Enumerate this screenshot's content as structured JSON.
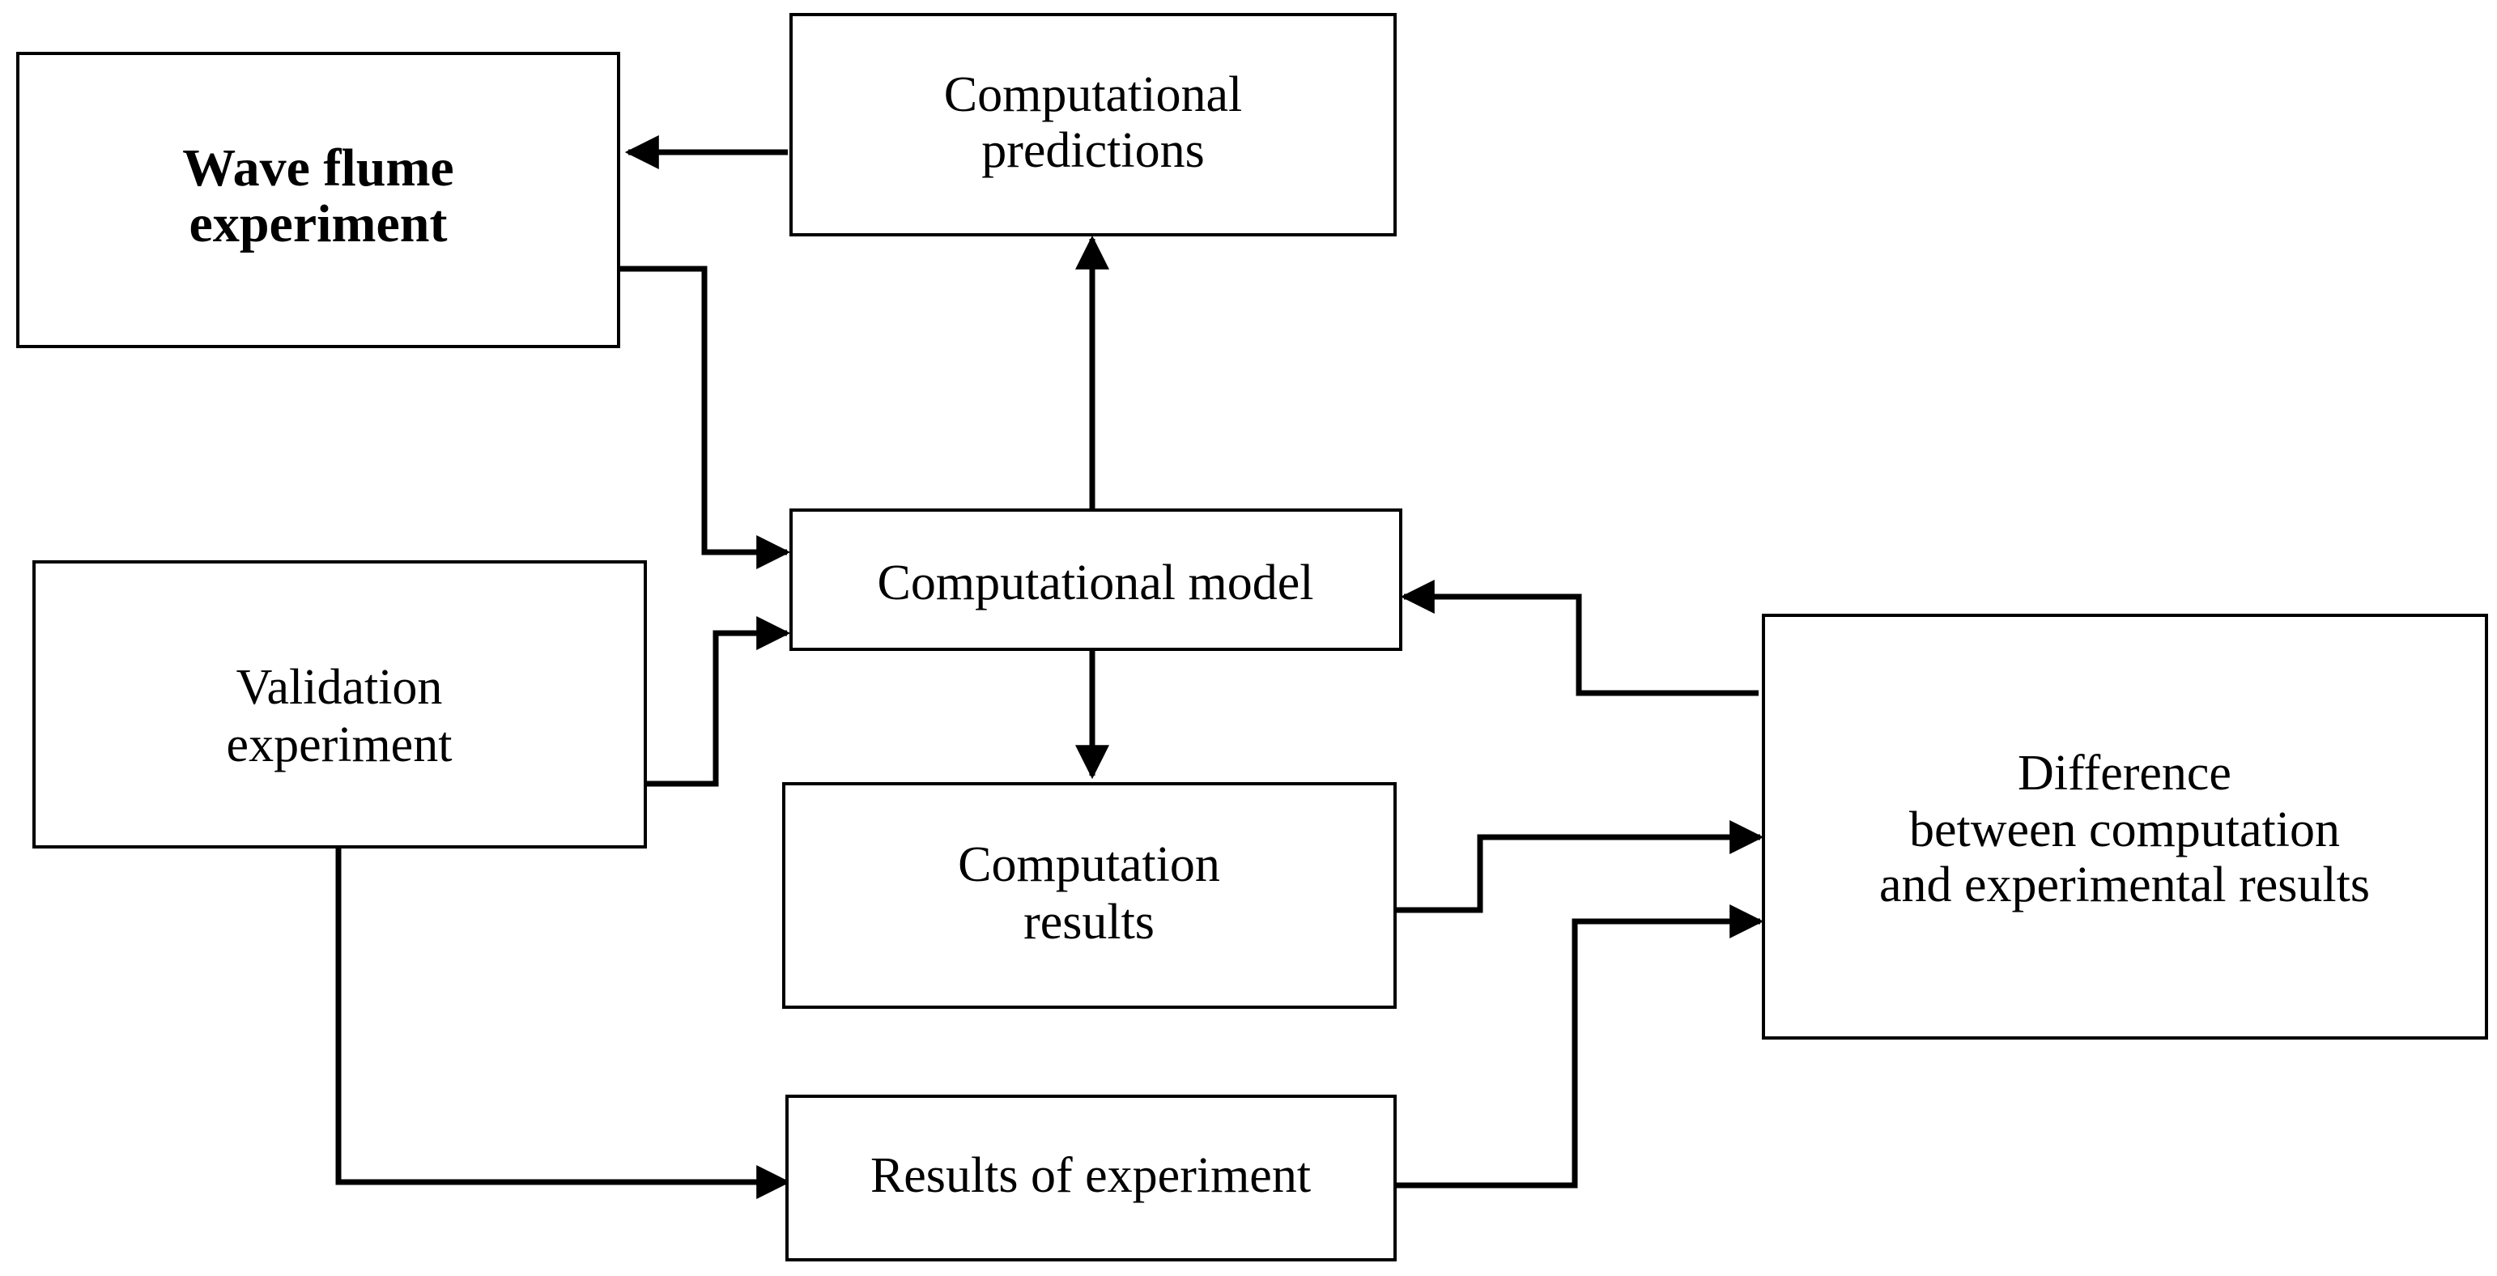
{
  "nodes": {
    "wave_flume": {
      "line1": "Wave flume",
      "line2": "experiment"
    },
    "predictions": {
      "line1": "Computational",
      "line2": "predictions"
    },
    "model": {
      "label": "Computational model"
    },
    "validation": {
      "line1": "Validation",
      "line2": "experiment"
    },
    "computation_results": {
      "line1": "Computation",
      "line2": "results"
    },
    "results_experiment": {
      "label": "Results of experiment"
    },
    "difference": {
      "line1": "Difference",
      "line2": "between computation",
      "line3": "and experimental results"
    }
  },
  "colors": {
    "line": "#000000",
    "box_fill": "#ffffff",
    "text": "#000000"
  }
}
